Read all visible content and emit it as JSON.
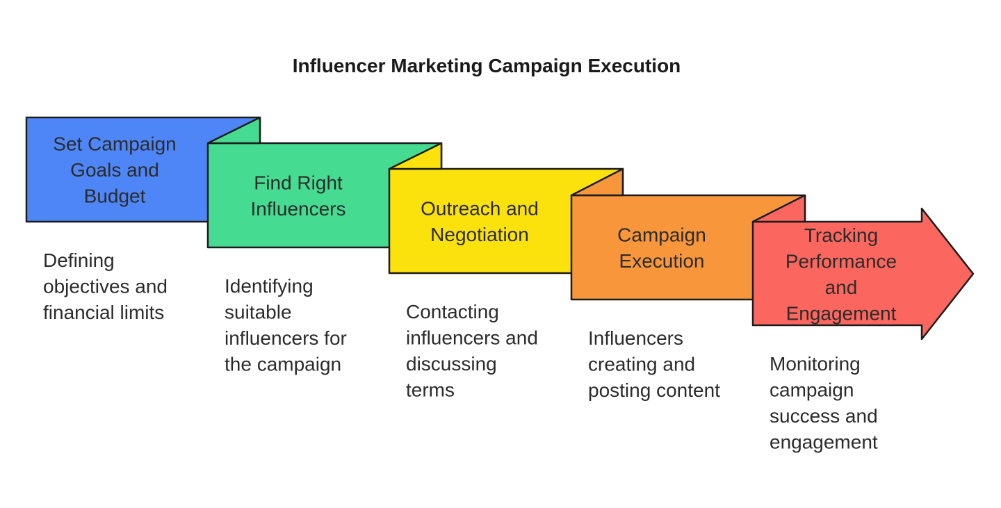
{
  "title": "Influencer Marketing Campaign Execution",
  "stages": [
    {
      "label_lines": [
        "Set Campaign",
        "Goals and",
        "Budget"
      ],
      "description_lines": [
        "Defining",
        "objectives and",
        "financial limits"
      ],
      "color": "#4f86f7"
    },
    {
      "label_lines": [
        "Find Right",
        "Influencers"
      ],
      "description_lines": [
        "Identifying",
        "suitable",
        "influencers for",
        "the campaign"
      ],
      "color": "#45dc92"
    },
    {
      "label_lines": [
        "Outreach and",
        "Negotiation"
      ],
      "description_lines": [
        "Contacting",
        "influencers and",
        "discussing",
        "terms"
      ],
      "color": "#fce20c"
    },
    {
      "label_lines": [
        "Campaign",
        "Execution"
      ],
      "description_lines": [
        "Influencers",
        "creating and",
        "posting content"
      ],
      "color": "#f7963a"
    },
    {
      "label_lines": [
        "Tracking",
        "Performance",
        "and",
        "Engagement"
      ],
      "description_lines": [
        "Monitoring",
        "campaign",
        "success and",
        "engagement"
      ],
      "color": "#fb675f"
    }
  ]
}
